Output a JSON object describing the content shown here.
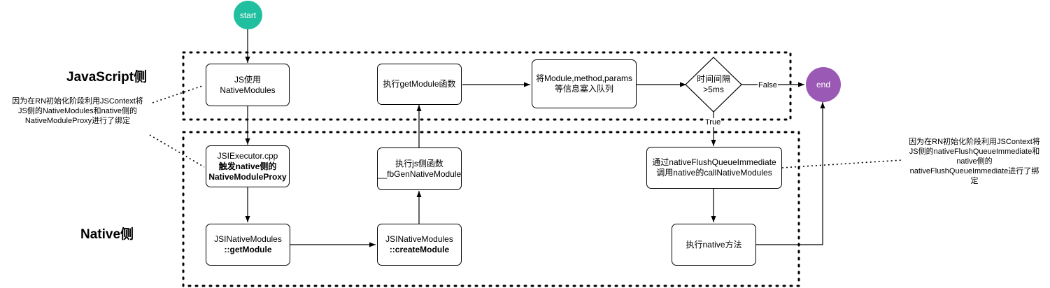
{
  "lanes": {
    "javascript": "JavaScript侧",
    "native": "Native侧"
  },
  "terminals": {
    "start": "start",
    "end": "end"
  },
  "nodes": {
    "js_use": [
      "JS使用",
      "NativeModules"
    ],
    "jsi_executor": [
      "JSIExecutor.cpp",
      "触发native侧的",
      "NativeModuleProxy"
    ],
    "get_module": [
      "JSINativeModules",
      "::getModule"
    ],
    "create_module": [
      "JSINativeModules",
      "::createModule"
    ],
    "fb_gen": [
      "执行js侧函数",
      "__fbGenNativeModule"
    ],
    "exec_get": "执行getModule函数",
    "enqueue": [
      "将Module,method,params",
      "等信息塞入队列"
    ],
    "decision": [
      "时间间隔",
      ">5ms"
    ],
    "flush": [
      "通过nativeFlushQueueImmediate",
      "调用native的callNativeModules"
    ],
    "exec_native": "执行native方法"
  },
  "edge_labels": {
    "false": "False",
    "true": "True"
  },
  "notes": {
    "left": [
      "因为在RN初始化阶段利用JSContext将",
      "JS侧的NativeModules和native侧的",
      "NativeModuleProxy进行了绑定"
    ],
    "right": [
      "因为在RN初始化阶段利用JSContext将",
      "JS侧的nativeFlushQueueImmediate和",
      "native侧的",
      "nativeFlushQueueImmediate进行了绑",
      "定"
    ]
  },
  "colors": {
    "start": "#1fbf9f",
    "end": "#9b59b6",
    "line": "#000000"
  }
}
